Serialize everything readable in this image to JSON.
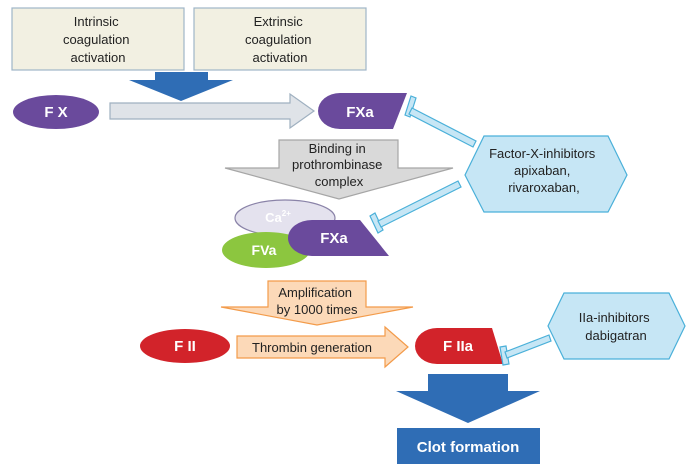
{
  "diagram": {
    "boxes": {
      "intrinsic": [
        "Intrinsic",
        "coagulation",
        "activation"
      ],
      "extrinsic": [
        "Extrinsic",
        "coagulation",
        "activation"
      ],
      "binding": [
        "Binding in",
        "prothrombinase",
        "complex"
      ],
      "amplification": [
        "Amplification",
        "by 1000 times"
      ],
      "thrombin": "Thrombin generation",
      "clot": "Clot formation"
    },
    "nodes": {
      "fx": "F X",
      "fxa": "FXa",
      "ca": "Ca",
      "ca_sup": "2+",
      "fva": "FVa",
      "fxa_complex": "FXa",
      "fii": "F II",
      "fiia": "F IIa"
    },
    "inhibitors": {
      "factor_x": [
        "Factor-X-inhibitors",
        "apixaban,",
        "rivaroxaban,"
      ],
      "iia": [
        "IIa-inhibitors",
        "dabigatran"
      ]
    },
    "colors": {
      "purple": "#6a4a9c",
      "green": "#8cc63f",
      "red": "#d2232a",
      "blue": "#2f6db5",
      "light_blue": "#c6e6f5",
      "cyan_stroke": "#4ab0d9",
      "beige": "#f2f0e2",
      "orange_fill": "#fcd9b8",
      "orange_stroke": "#f39b4a",
      "grey_fill": "#d9d9d9",
      "grey_stroke": "#a6a6a6"
    }
  }
}
